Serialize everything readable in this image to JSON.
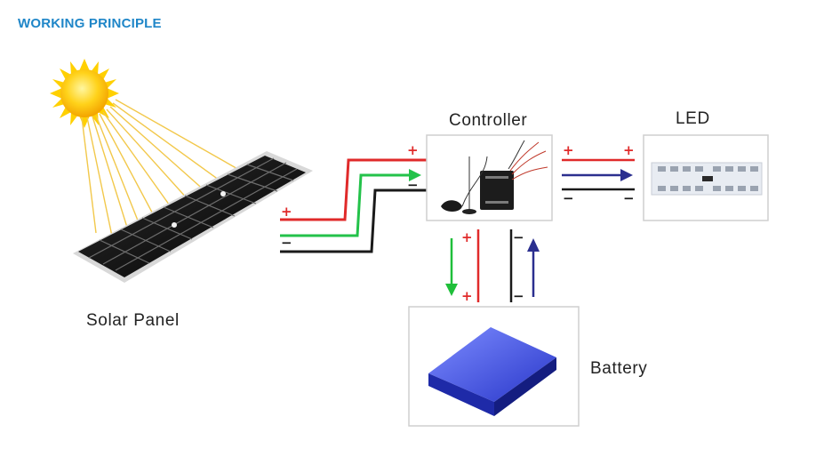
{
  "page": {
    "heading": "WORKING PRINCIPLE"
  },
  "components": {
    "solar_panel": "Solar Panel",
    "controller": "Controller",
    "led": "LED",
    "battery": "Battery"
  },
  "polarity": {
    "plus": "+",
    "minus": "−"
  },
  "colors": {
    "heading": "#1f86c8",
    "positive_wire": "#e02a2a",
    "signal_wire": "#23c24a",
    "negative_wire": "#1a1a1a",
    "flow_arrow": "#2b2f8f",
    "charge_arrow": "#1fbf3a"
  }
}
